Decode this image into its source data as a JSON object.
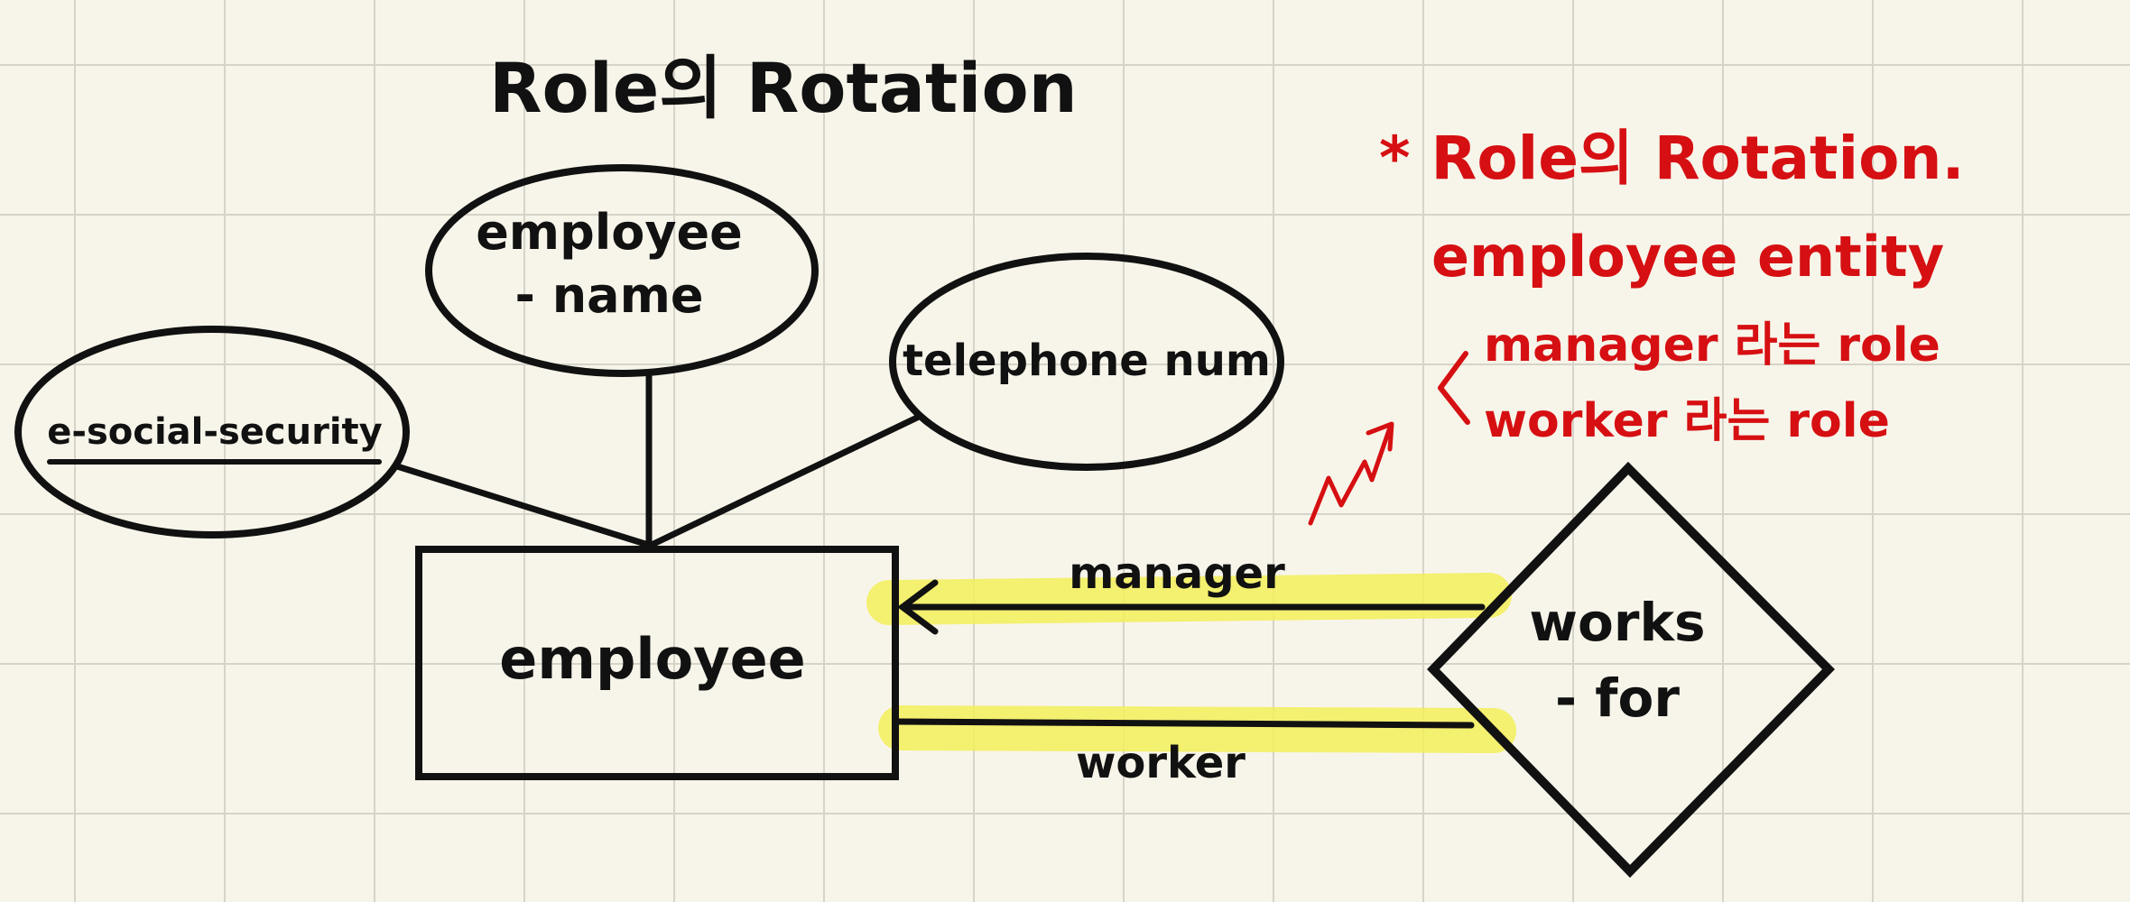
{
  "title": "Role의 Rotation",
  "colors": {
    "ink": "#111111",
    "note": "#d60f12",
    "highlight": "#f3ef5a",
    "paper": "#f7f5ea",
    "grid": "#d6d3c8"
  },
  "diagram": {
    "entity": {
      "label": "employee"
    },
    "attributes": {
      "name": {
        "line1": "employee",
        "line2": "- name"
      },
      "ssn": {
        "label": "e-social-security"
      },
      "phone": {
        "label": "telephone num"
      }
    },
    "relationship": {
      "line1": "works",
      "line2": "- for"
    },
    "roles": {
      "manager": "manager",
      "worker": "worker"
    }
  },
  "note": {
    "line1": "* Role의 Rotation.",
    "line2": "employee entity",
    "line3": "manager 라는 role",
    "line4": "worker 라는 role"
  }
}
